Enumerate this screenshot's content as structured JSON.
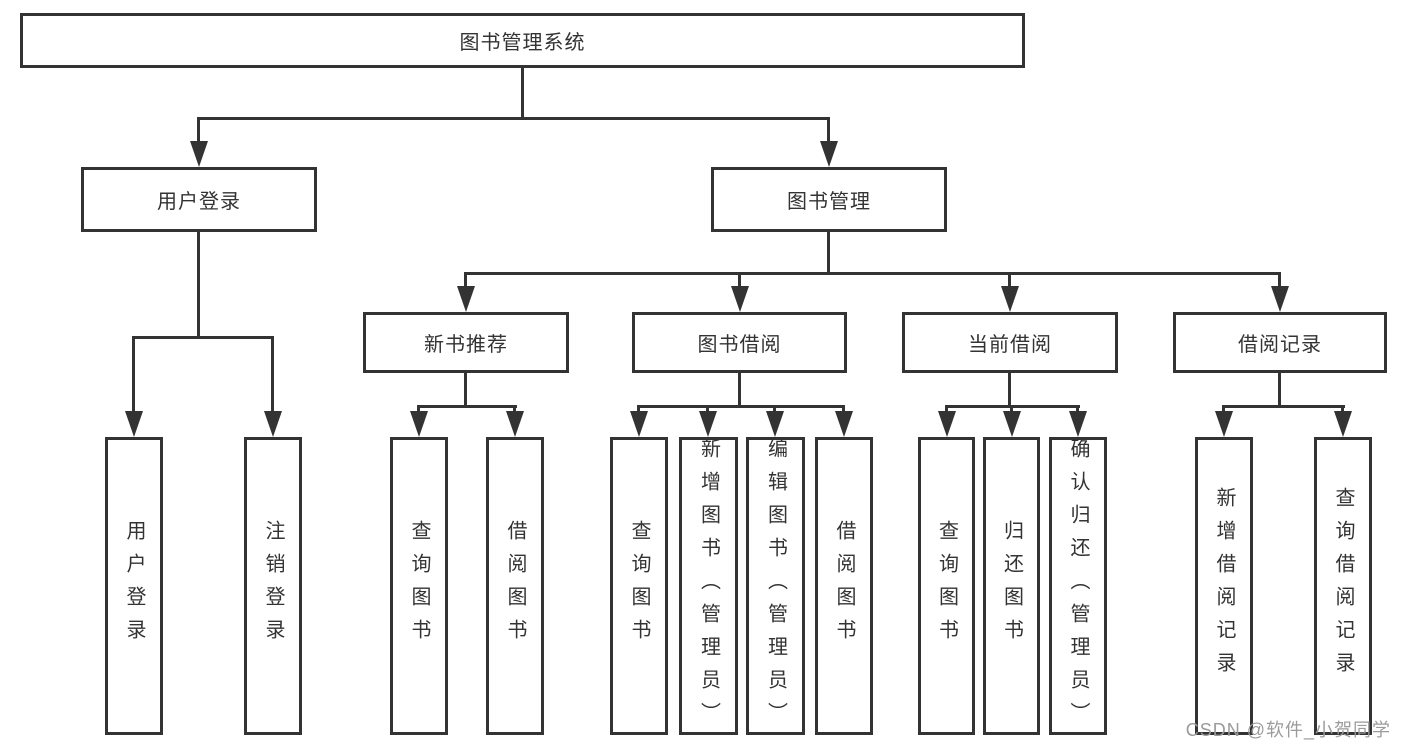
{
  "colors": {
    "line": "#333333",
    "text": "#333333",
    "watermark": "#9b9b9b"
  },
  "watermark": "CSDN @软件_小贺同学",
  "tree": {
    "root": {
      "label": "图书管理系统"
    },
    "branches": {
      "user_login": {
        "label": "用户登录",
        "leaves": [
          "用户登录",
          "注销登录"
        ]
      },
      "book_mgmt": {
        "label": "图书管理",
        "groups": {
          "new_book": {
            "label": "新书推荐",
            "leaves": [
              "查询图书",
              "借阅图书"
            ]
          },
          "borrow": {
            "label": "图书借阅",
            "leaves": [
              "查询图书",
              "新增图书（管理员）",
              "编辑图书（管理员）",
              "借阅图书"
            ]
          },
          "current": {
            "label": "当前借阅",
            "leaves": [
              "查询图书",
              "归还图书",
              "确认归还（管理员）"
            ]
          },
          "records": {
            "label": "借阅记录",
            "leaves": [
              "新增借阅记录",
              "查询借阅记录"
            ]
          }
        }
      }
    }
  }
}
